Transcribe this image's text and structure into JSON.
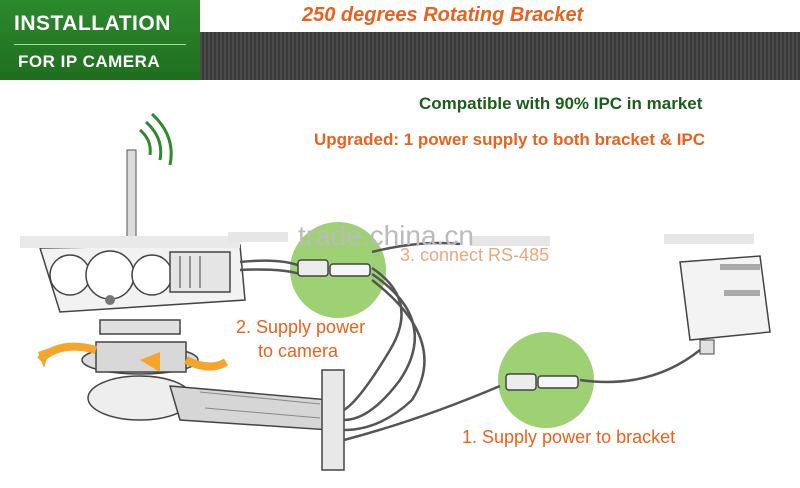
{
  "header": {
    "badge_title": "INSTALLATION",
    "badge_subtitle": "FOR IP CAMERA",
    "product_title": "250 degrees Rotating Bracket"
  },
  "taglines": {
    "compatible": "Compatible with 90% IPC in market",
    "upgraded": "Upgraded: 1 power supply to both bracket & IPC"
  },
  "watermark": "trade.china.cn",
  "diagram_labels": {
    "step3": "3. connect RS-485",
    "step2_line1": "2. Supply power",
    "step2_line2": "to camera",
    "step1": "1. Supply power to bracket"
  },
  "colors": {
    "accent_green": "#2d8a2d",
    "accent_orange": "#e8621d",
    "highlight_circle": "#8cc95a"
  }
}
